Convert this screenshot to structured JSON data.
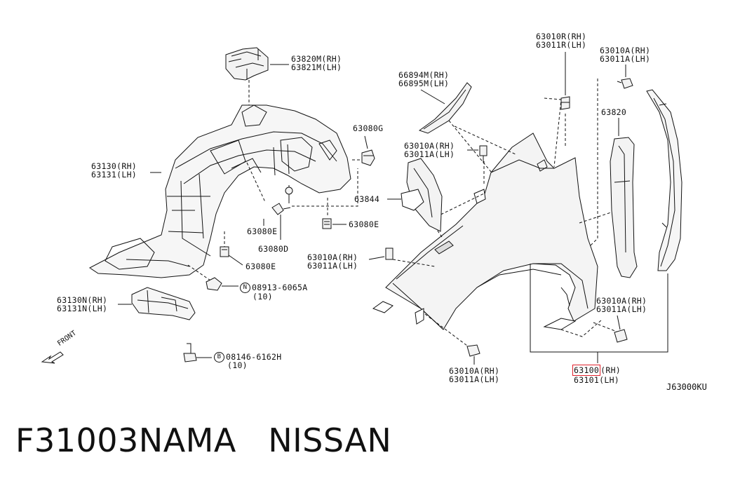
{
  "labels": {
    "p63820M": "63820M(RH)",
    "p63821M": "63821M(LH)",
    "p63010R": "63010R(RH)",
    "p63011R": "63011R(LH)",
    "p63010A_top": "63010A(RH)",
    "p63011A_top": "63011A(LH)",
    "p66894M": "66894M(RH)",
    "p66895M": "66895M(LH)",
    "p63820": "63820",
    "p63080G": "63080G",
    "p63010A_mid": "63010A(RH)",
    "p63011A_mid": "63011A(LH)",
    "p63130": "63130(RH)",
    "p63131": "63131(LH)",
    "p63844": "63844",
    "p63080E_a": "63080E",
    "p63080E_b": "63080E",
    "p63080D": "63080D",
    "p63080E_c": "63080E",
    "p63010A_left": "63010A(RH)",
    "p63011A_left": "63011A(LH)",
    "p08913": "08913-6065A",
    "p08913_qty": "(10)",
    "p63130N": "63130N(RH)",
    "p63131N": "63131N(LH)",
    "p63010A_right": "63010A(RH)",
    "p63011A_right": "63011A(LH)",
    "p08146": "08146-6162H",
    "p08146_qty": "(10)",
    "p63010A_bottom": "63010A(RH)",
    "p63011A_bottom": "63011A(LH)",
    "p63100": "63100",
    "p63100_side": "(RH)",
    "p63101": "63101(LH)",
    "marker_N": "N",
    "marker_B": "B",
    "front": "FRONT",
    "ref_code": "J63000KU"
  },
  "footer": {
    "part_number": "F31003NAMA",
    "brand": "NISSAN"
  },
  "colors": {
    "line": "#111111",
    "part_fill": "#f3f3f3",
    "highlight": "#e0202a"
  }
}
